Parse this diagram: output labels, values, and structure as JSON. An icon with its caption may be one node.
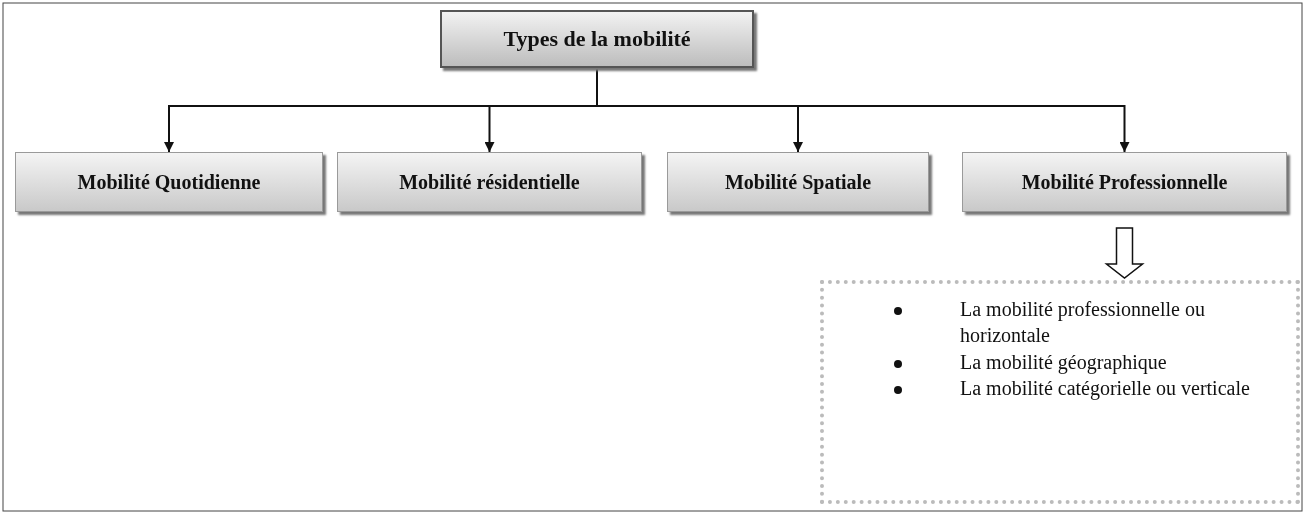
{
  "diagram": {
    "nodes": [
      {
        "text": [
          "Types de la mobilité"
        ]
      },
      {
        "text": [
          "Mobilité Quotidienne"
        ]
      },
      {
        "text": [
          "Mobilité résidentielle"
        ]
      },
      {
        "text": [
          "Mobilité Spatiale"
        ]
      },
      {
        "text": [
          "Mobilité Professionnelle"
        ]
      },
      {
        "text": [
          "La mobilité professionnelle ou horizontale",
          "La mobilité géographique",
          "La mobilité catégorielle ou verticale"
        ]
      }
    ],
    "edges": [
      {
        "from": 0,
        "to": 1,
        "arrow": "to"
      },
      {
        "from": 0,
        "to": 2,
        "arrow": "to"
      },
      {
        "from": 0,
        "to": 3,
        "arrow": "to"
      },
      {
        "from": 0,
        "to": 4,
        "arrow": "to"
      },
      {
        "from": 4,
        "to": 5,
        "arrow": "to",
        "style": "thick"
      }
    ]
  }
}
